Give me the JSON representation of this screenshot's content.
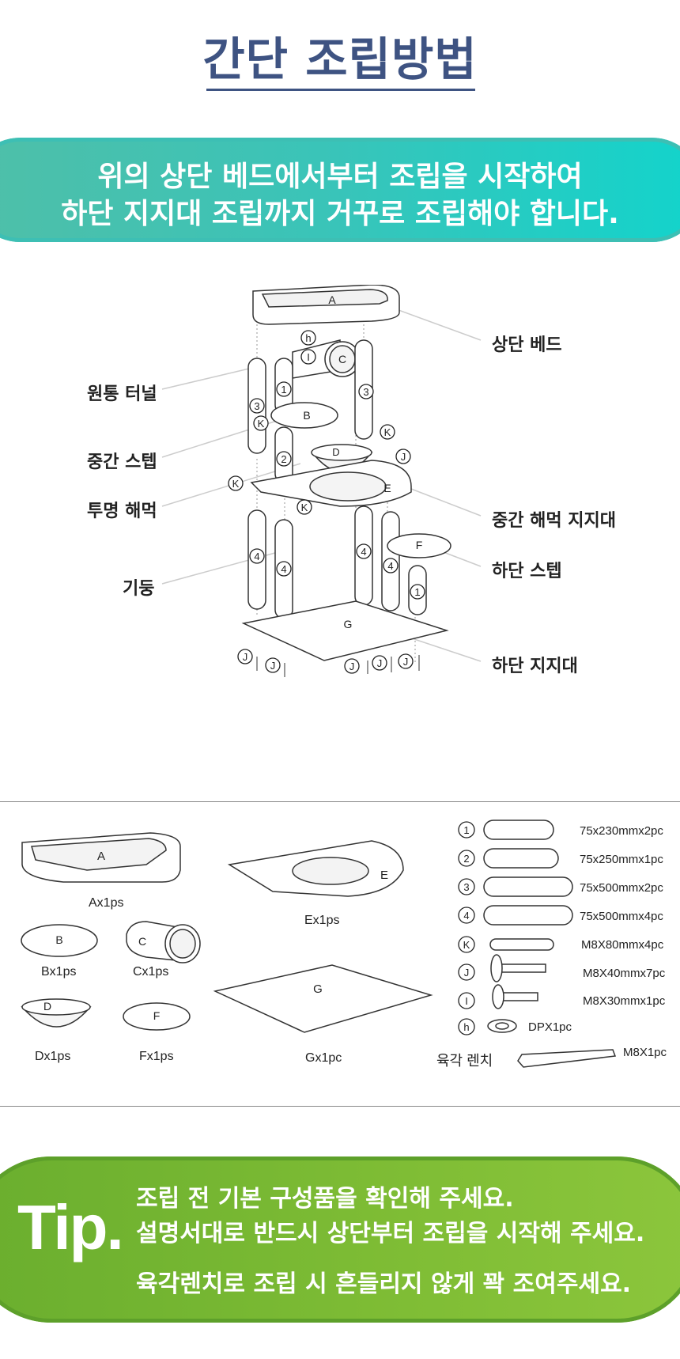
{
  "title": "간단 조립방법",
  "banner": {
    "line1": "위의 상단 베드에서부터 조립을 시작하여",
    "line2": "하단 지지대 조립까지 거꾸로 조립해야 합니다."
  },
  "diagram": {
    "left_callouts": [
      "원통 터널",
      "중간 스텝",
      "투명 해먹",
      "기둥"
    ],
    "right_callouts": [
      "상단 베드",
      "중간 해먹 지지대",
      "하단 스텝",
      "하단 지지대"
    ],
    "part_letters": [
      "A",
      "B",
      "C",
      "D",
      "E",
      "F",
      "G"
    ],
    "markers": [
      "h",
      "I",
      "K",
      "J",
      "1",
      "2",
      "3",
      "4"
    ]
  },
  "parts": {
    "panels": [
      {
        "letter": "A",
        "label": "Ax1ps"
      },
      {
        "letter": "E",
        "label": "Ex1ps"
      },
      {
        "letter": "B",
        "label": "Bx1ps"
      },
      {
        "letter": "C",
        "label": "Cx1ps"
      },
      {
        "letter": "D",
        "label": "Dx1ps"
      },
      {
        "letter": "F",
        "label": "Fx1ps"
      },
      {
        "letter": "G",
        "label": "Gx1pc"
      }
    ],
    "hardware": [
      {
        "marker": "1",
        "spec": "75x230mmx2pc"
      },
      {
        "marker": "2",
        "spec": "75x250mmx1pc"
      },
      {
        "marker": "3",
        "spec": "75x500mmx2pc"
      },
      {
        "marker": "4",
        "spec": "75x500mmx4pc"
      },
      {
        "marker": "K",
        "spec": "M8X80mmx4pc"
      },
      {
        "marker": "J",
        "spec": "M8X40mmx7pc"
      },
      {
        "marker": "I",
        "spec": "M8X30mmx1pc"
      },
      {
        "marker": "h",
        "spec": "DPX1pc"
      }
    ],
    "wrench": {
      "label": "육각 렌치",
      "spec": "M8X1pc"
    }
  },
  "tip": {
    "word": "Tip.",
    "line1": "조립 전 기본 구성품을 확인해 주세요.",
    "line2": "설명서대로 반드시 상단부터 조립을 시작해 주세요.",
    "line3": "육각렌치로 조립 시 흔들리지 않게 꽉 조여주세요."
  },
  "colors": {
    "title": "#3e5382",
    "banner": "#39c4b9",
    "tip": "#7fbd35"
  }
}
